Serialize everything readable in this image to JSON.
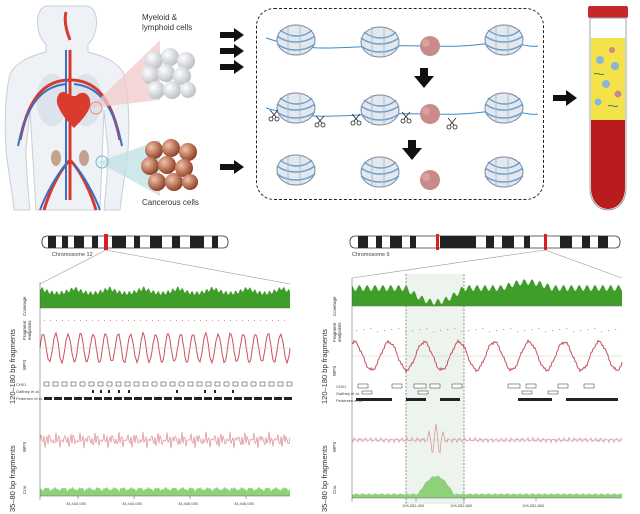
{
  "top": {
    "label_myeloid": "Myeloid &",
    "label_lymphoid": "lymphoid cells",
    "label_cancer": "Cancerous cells"
  },
  "left_panel": {
    "chromosome": "Chromosome 12",
    "group_top": "120–180 bp fragments",
    "group_bottom": "35–80 bp fragments",
    "track_coverage": "Coverage",
    "track_endpoints": "Fragment endpoints",
    "track_wps": "WPS",
    "track_cov": "Cov.",
    "ann_1": "CH01",
    "ann_2": "Gaffney et al.",
    "ann_3": "Pedersen et al.",
    "x_ticks": [
      "34,443,000",
      "34,444,000",
      "34,445,000",
      "34,446,000"
    ]
  },
  "right_panel": {
    "chromosome": "Chromosome 9",
    "group_top": "120–180 bp fragments",
    "group_bottom": "35–80 bp fragments",
    "track_coverage": "Coverage",
    "track_endpoints": "Fragment endpoints",
    "track_wps": "WPS",
    "track_cov": "Cov.",
    "ann_1": "CH01",
    "ann_2": "Gaffney et al.",
    "ann_3": "Pedersen et al.",
    "x_ticks": [
      "104,282,400",
      "104,282,600",
      "104,282,800"
    ]
  },
  "colors": {
    "coverage_green": "#3f9e2a",
    "wps_red": "#c8505a",
    "tube_red": "#b81c1c",
    "tube_yellow": "#f4e24a",
    "arrow": "#111111"
  }
}
